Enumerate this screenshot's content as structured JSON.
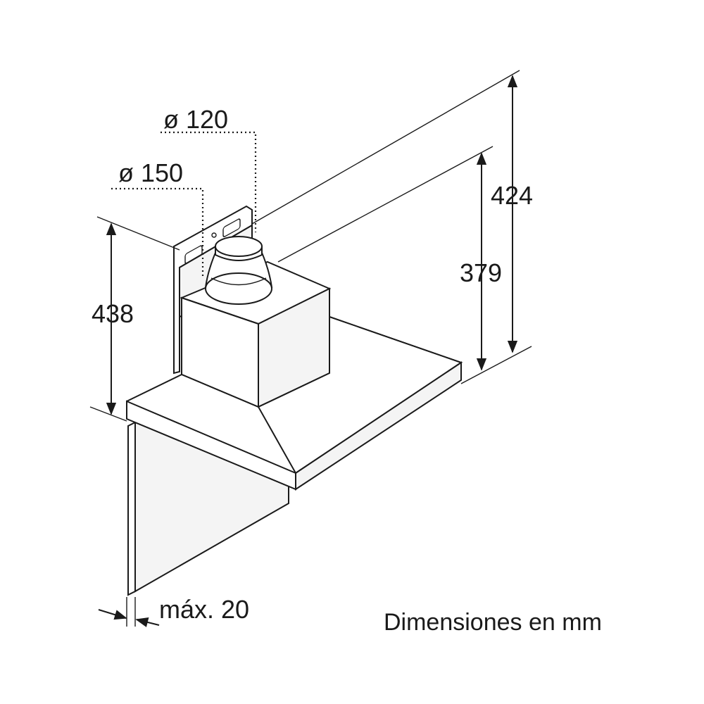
{
  "dimensions": {
    "pipe_small_diameter": "ø 120",
    "pipe_large_diameter": "ø 150",
    "height_total_left": "438",
    "height_outer_right": "424",
    "height_inner_right": "379",
    "wall_gap": "máx. 20"
  },
  "caption": "Dimensiones en mm",
  "colors": {
    "line": "#1a1a1a",
    "background": "#ffffff"
  }
}
